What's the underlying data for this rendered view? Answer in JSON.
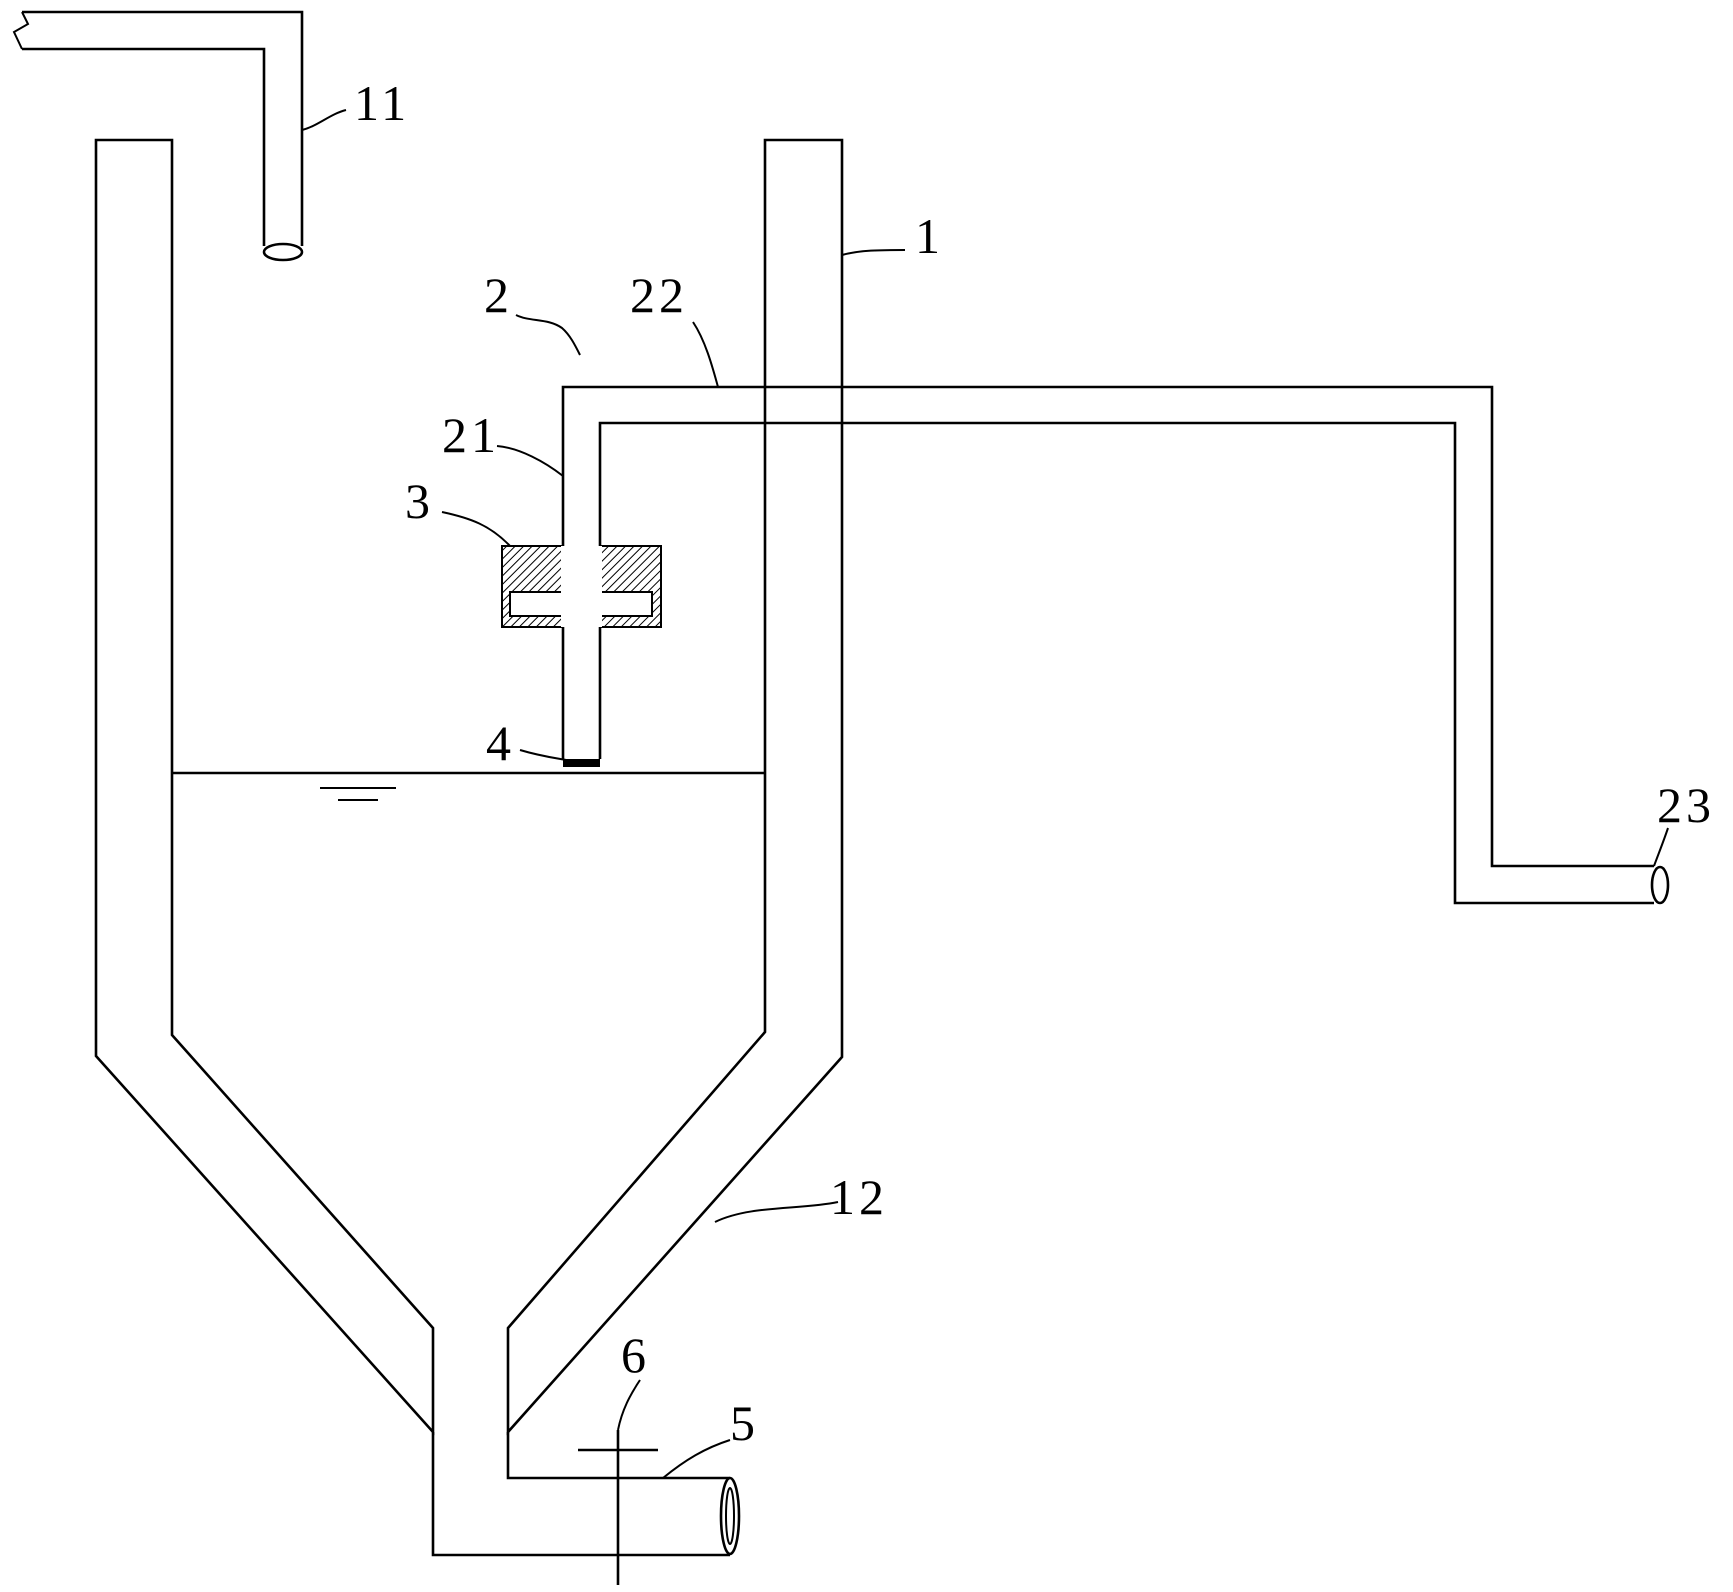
{
  "labels": {
    "tank": "1",
    "inlet_pipe": "11",
    "cone_wall": "12",
    "exhaust_assembly": "2",
    "vertical_pipe": "21",
    "horizontal_pipe": "22",
    "outlet_pipe": "23",
    "box": "3",
    "filter": "4",
    "drain_pipe": "5",
    "valve": "6"
  },
  "colors": {
    "line": "#000000",
    "background": "#ffffff"
  }
}
